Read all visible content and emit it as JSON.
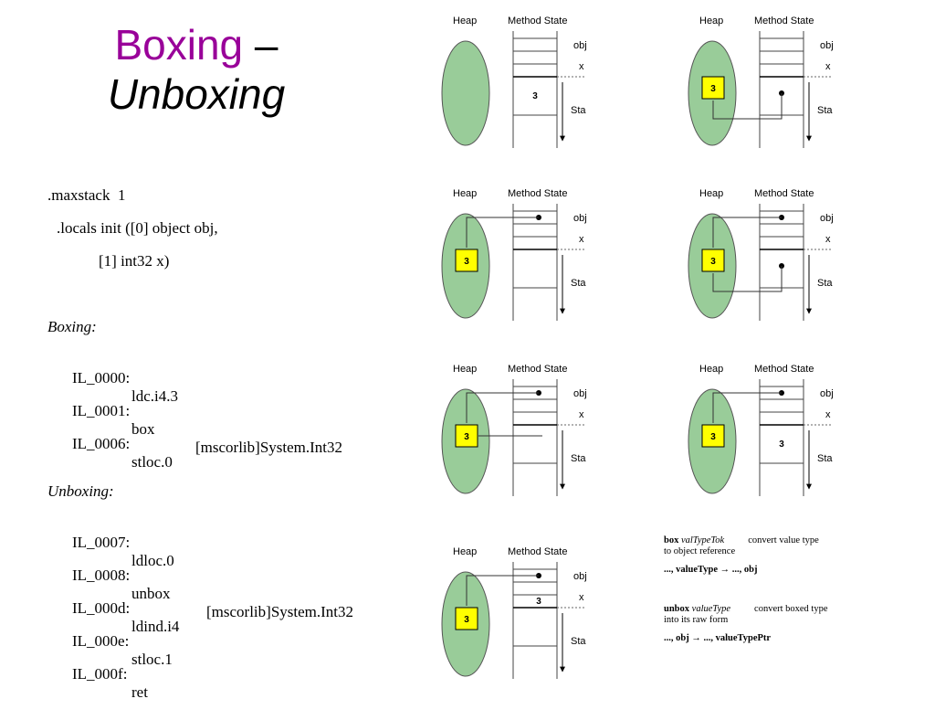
{
  "title": {
    "part1": "Boxing",
    "dash": " –",
    "part2": "Unboxing"
  },
  "code": {
    "maxstack": ".maxstack  1",
    "locals1": ".locals init ([0] object obj,",
    "locals2": "[1] int32 x)",
    "boxing_header": "Boxing:",
    "box_lines": [
      {
        "label": "IL_0000:",
        "op": "ldc.i4.3",
        "arg": ""
      },
      {
        "label": "IL_0001:",
        "op": "box",
        "arg": "[mscorlib]System.Int32"
      },
      {
        "label": "IL_0006:",
        "op": "stloc.0",
        "arg": ""
      }
    ],
    "unboxing_header": "Unboxing:",
    "unbox_lines": [
      {
        "label": "IL_0007:",
        "op": "ldloc.0",
        "arg": ""
      },
      {
        "label": "IL_0008:",
        "op": "unbox",
        "arg": "[mscorlib]System.Int32"
      },
      {
        "label": "IL_000d:",
        "op": "ldind.i4",
        "arg": ""
      },
      {
        "label": "IL_000e:",
        "op": "stloc.1",
        "arg": ""
      },
      {
        "label": "IL_000f:",
        "op": "ret",
        "arg": ""
      }
    ]
  },
  "diagram_labels": {
    "heap": "Heap",
    "method_state": "Method State",
    "obj": "obj",
    "x": "x",
    "stack": "Stack"
  },
  "diagrams": [
    {
      "heap_value": "",
      "stack_value": "3",
      "x_value": ""
    },
    {
      "heap_value": "3",
      "stack_value": "",
      "x_value": ""
    },
    {
      "heap_value": "3",
      "stack_value": "",
      "x_value": ""
    },
    {
      "heap_value": "3",
      "stack_value": "",
      "x_value": ""
    },
    {
      "heap_value": "3",
      "stack_value": "",
      "x_value": ""
    },
    {
      "heap_value": "3",
      "stack_value": "3",
      "x_value": ""
    },
    {
      "heap_value": "3",
      "stack_value": "",
      "x_value": "3"
    }
  ],
  "colors": {
    "title_accent": "#990099",
    "heap_fill": "#99cc99",
    "box_fill": "#ffff00"
  },
  "notes": {
    "box_op": "box",
    "box_arg": "valTypeTok",
    "box_desc": "convert value  type",
    "box_desc2": "to object reference",
    "box_sig": "..., valueType → ..., obj",
    "unbox_op": "unbox",
    "unbox_arg": "valueType",
    "unbox_desc": "convert boxed type",
    "unbox_desc2": "into its raw form",
    "unbox_sig": "..., obj → ..., valueTypePtr"
  }
}
